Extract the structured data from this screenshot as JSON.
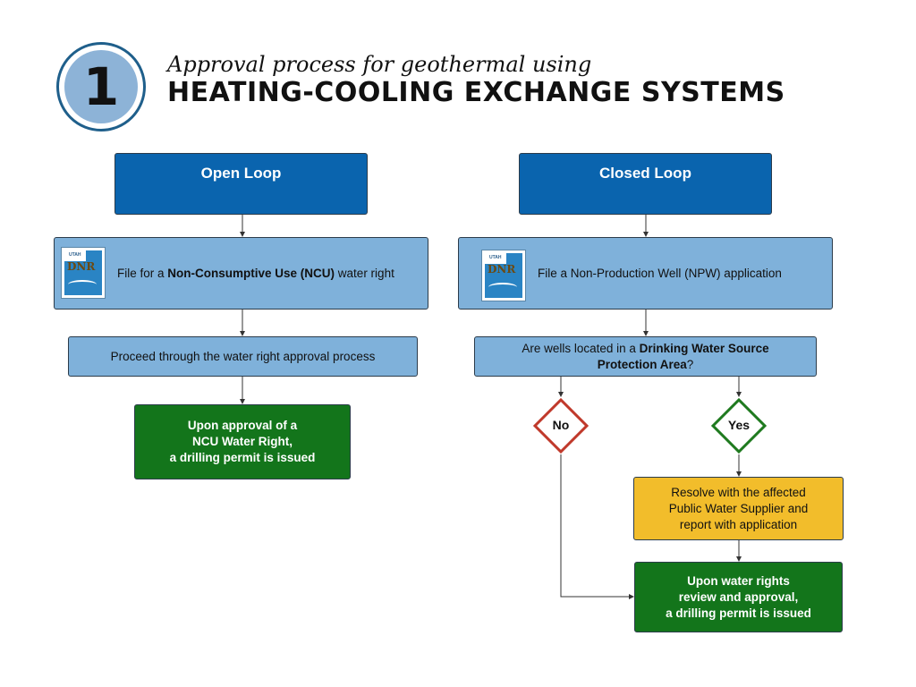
{
  "header": {
    "step_number": "1",
    "subtitle": "Approval process for geothermal using",
    "title": "HEATING-COOLING EXCHANGE SYSTEMS"
  },
  "logo": {
    "top_text": "UTAH",
    "main_text": "DNR"
  },
  "open_loop": {
    "title": "Open Loop",
    "file_prefix": "File for a ",
    "file_bold": "Non-Consumptive Use (NCU)",
    "file_suffix": " water right",
    "proceed": "Proceed through the water right approval process",
    "approval_line1": "Upon approval of a",
    "approval_line2": "NCU Water Right,",
    "approval_line3": "a drilling permit is issued"
  },
  "closed_loop": {
    "title": "Closed Loop",
    "file": "File a Non-Production Well (NPW) application",
    "question_prefix": "Are wells located in a ",
    "question_bold1": "Drinking Water Source",
    "question_bold2": "Protection Area",
    "question_suffix": "?",
    "no_label": "No",
    "yes_label": "Yes",
    "resolve_line1": "Resolve with the affected",
    "resolve_line2": "Public Water Supplier and",
    "resolve_line3": "report with application",
    "approval_line1": "Upon water rights",
    "approval_line2": "review and approval,",
    "approval_line3": "a drilling permit is issued"
  },
  "colors": {
    "dark_blue": "#0a64ae",
    "light_blue": "#7fb1da",
    "green": "#13751b",
    "yellow": "#f2bd2b",
    "no_red": "#c0392b",
    "yes_green": "#1f7a1f"
  }
}
